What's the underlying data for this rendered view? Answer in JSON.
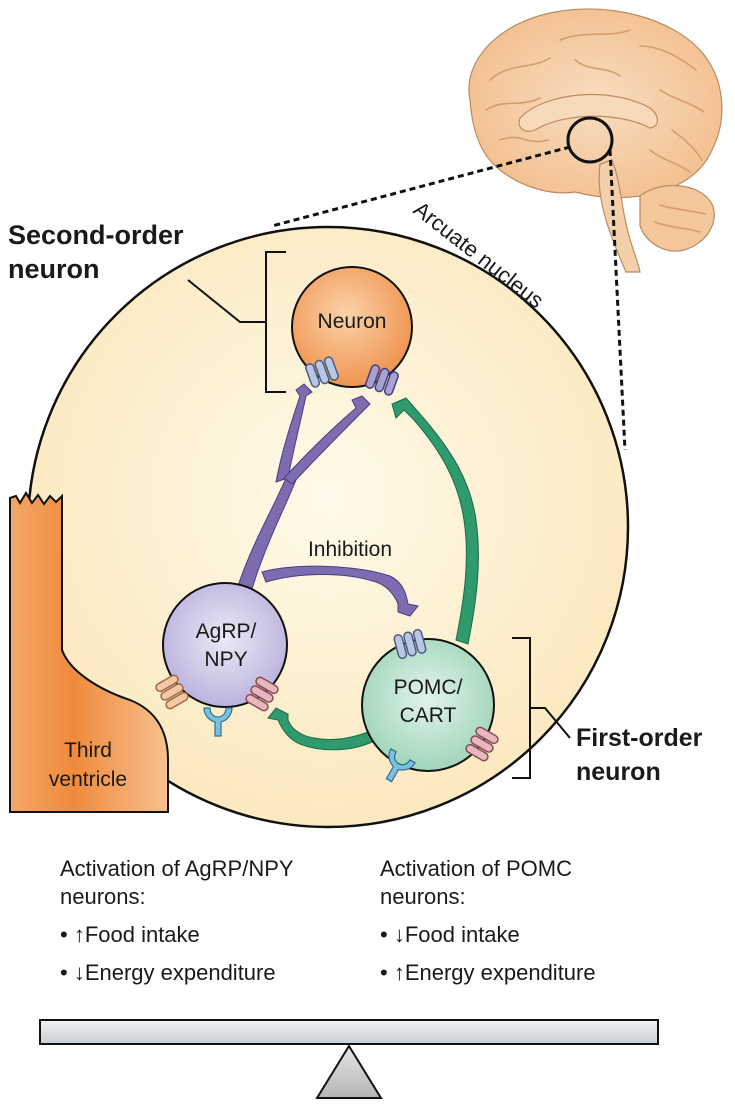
{
  "labels": {
    "second_order_line1": "Second-order",
    "second_order_line2": "neuron",
    "arcuate_nucleus": "Arcuate nucleus",
    "neuron": "Neuron",
    "inhibition": "Inhibition",
    "agrp_line1": "AgRP/",
    "agrp_line2": "NPY",
    "pomc_line1": "POMC/",
    "pomc_line2": "CART",
    "first_order_line1": "First-order",
    "first_order_line2": "neuron",
    "ventricle_line1": "Third",
    "ventricle_line2": "ventricle"
  },
  "effects": {
    "left": {
      "heading_line1": "Activation of AgRP/NPY",
      "heading_line2": "neurons:",
      "items": [
        "• ↑Food intake",
        "• ↓Energy expenditure"
      ]
    },
    "right": {
      "heading_line1": "Activation of POMC",
      "heading_line2": "neurons:",
      "items": [
        "• ↓Food intake",
        "• ↑Energy expenditure"
      ]
    }
  },
  "colors": {
    "nucleus_fill": "#fdf1cf",
    "second_order_neuron": "#f3a15e",
    "agrp_neuron": "#cdc6e6",
    "agrp_axon": "#7e6cb0",
    "pomc_neuron": "#b7e0cb",
    "pomc_axon": "#2f9a6c",
    "ventricle": "#f3a15e",
    "brain": "#f6cfa6",
    "receptor_blue": "#b8c8e4",
    "receptor_pink": "#e8b8bf",
    "receptor_peach": "#f6c9a3",
    "receptor_y": "#7cc0e0",
    "balance_beam": "#dde2e6",
    "fulcrum": "#c8c8c8"
  }
}
